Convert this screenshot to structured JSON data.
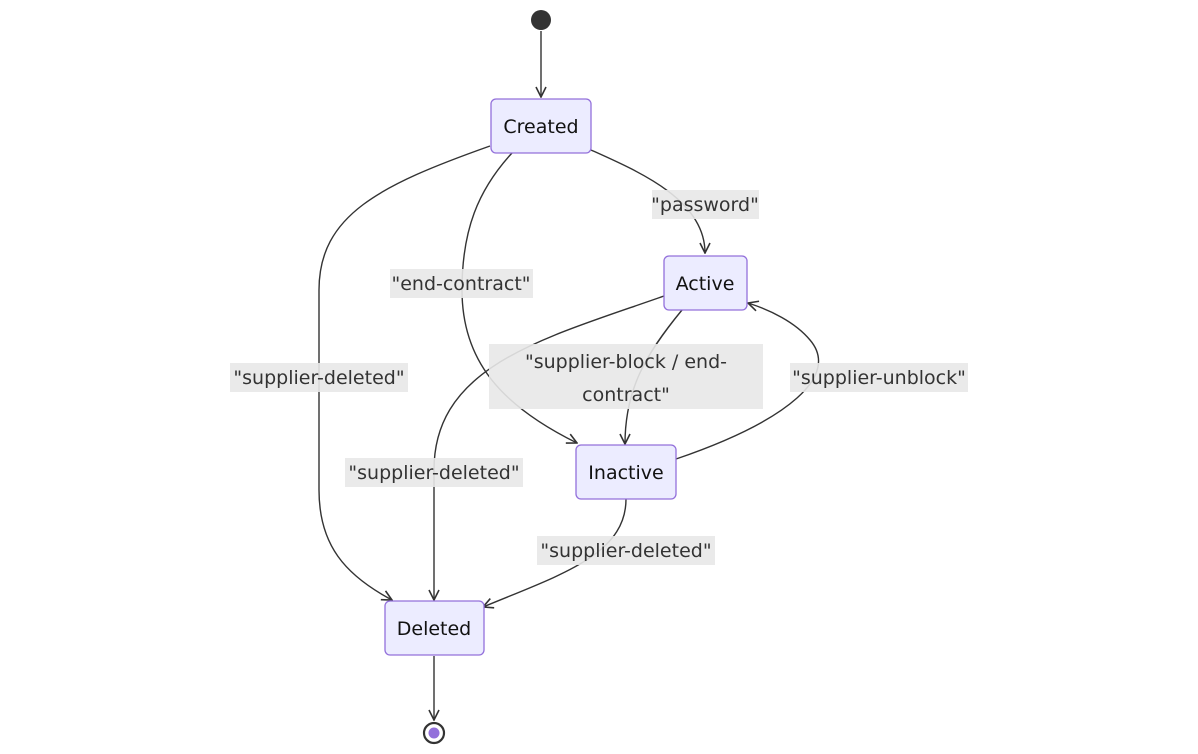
{
  "states": [
    {
      "id": "created",
      "label": "Created"
    },
    {
      "id": "active",
      "label": "Active"
    },
    {
      "id": "inactive",
      "label": "Inactive"
    },
    {
      "id": "deleted",
      "label": "Deleted"
    }
  ],
  "transitions": [
    {
      "from": "start",
      "to": "created",
      "label": ""
    },
    {
      "from": "created",
      "to": "active",
      "label": "\"password\""
    },
    {
      "from": "created",
      "to": "inactive",
      "label": "\"end-contract\""
    },
    {
      "from": "created",
      "to": "deleted",
      "label": "\"supplier-deleted\""
    },
    {
      "from": "active",
      "to": "inactive",
      "label_lines": [
        "\"supplier-block / end-",
        "contract\""
      ]
    },
    {
      "from": "inactive",
      "to": "active",
      "label": "\"supplier-unblock\""
    },
    {
      "from": "active",
      "to": "deleted",
      "label": "\"supplier-deleted\""
    },
    {
      "from": "inactive",
      "to": "deleted",
      "label": "\"supplier-deleted\""
    },
    {
      "from": "deleted",
      "to": "end",
      "label": ""
    }
  ],
  "colors": {
    "state_fill": "#ECECFF",
    "state_stroke": "#9370DB",
    "edge": "#333333",
    "label_bg": "#E8E8E8",
    "end_inner": "#9370DB"
  }
}
